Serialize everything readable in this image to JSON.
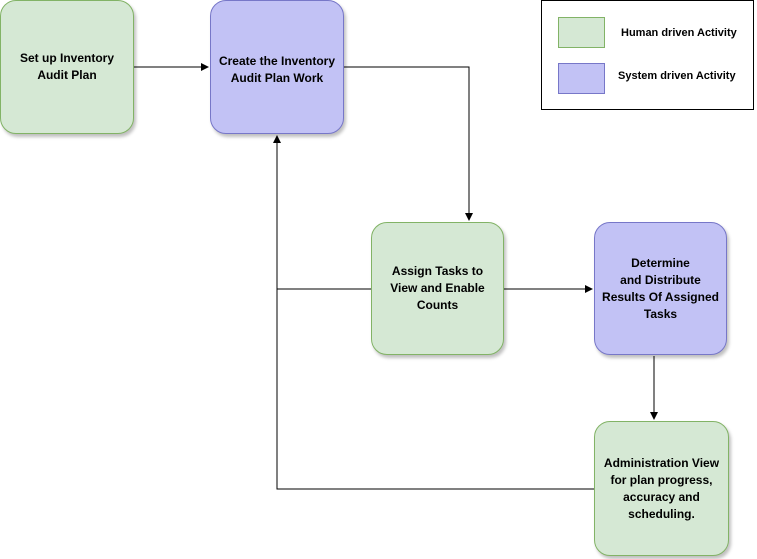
{
  "nodes": {
    "setup_plan": {
      "label": "Set up Inventory\nAudit Plan",
      "kind": "human"
    },
    "create_work": {
      "label": "Create the Inventory\nAudit Plan Work",
      "kind": "system"
    },
    "assign_tasks": {
      "label": "Assign Tasks to\nView and Enable\nCounts",
      "kind": "human"
    },
    "determine_results": {
      "label": "Determine\nand Distribute\nResults Of Assigned\nTasks",
      "kind": "system"
    },
    "admin_view": {
      "label": "Administration View\nfor plan progress,\naccuracy and\nscheduling.",
      "kind": "human"
    }
  },
  "edges": [
    {
      "from": "setup_plan",
      "to": "create_work"
    },
    {
      "from": "create_work",
      "to": "assign_tasks"
    },
    {
      "from": "assign_tasks",
      "to": "determine_results"
    },
    {
      "from": "determine_results",
      "to": "admin_view"
    },
    {
      "from": "admin_view",
      "to": "create_work"
    },
    {
      "from": "assign_tasks",
      "to": "create_work"
    }
  ],
  "legend": {
    "human_label": "Human driven Activity",
    "system_label": "System  driven Activity"
  },
  "colors": {
    "human_fill": "#d5e8d4",
    "human_stroke": "#82b366",
    "system_fill": "#c2c2f5",
    "system_stroke": "#7777c8",
    "edge": "#000000"
  }
}
